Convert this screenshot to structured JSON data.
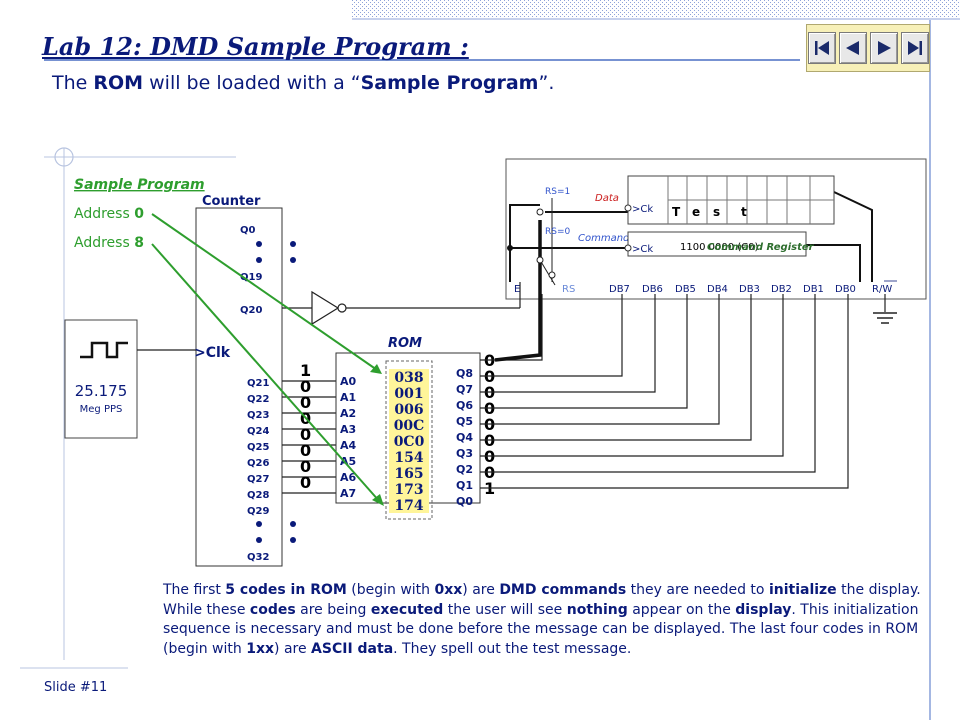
{
  "header": {
    "title": "Lab 12: DMD Sample Program :",
    "subtitle_parts": [
      "The ",
      "ROM",
      " will be loaded with a “",
      "Sample Program",
      "”."
    ]
  },
  "nav": [
    "first-icon",
    "prev-icon",
    "next-icon",
    "last-icon"
  ],
  "sample_program": {
    "heading": "Sample Program",
    "address0_label": "Address ",
    "address0_value": "0",
    "address8_label": "Address ",
    "address8_value": "8"
  },
  "counter": {
    "title": "Counter",
    "outputs_top": [
      "Q0",
      "Q19",
      "Q20"
    ],
    "outputs_bottom": [
      "Q21",
      "Q22",
      "Q23",
      "Q24",
      "Q25",
      "Q26",
      "Q27",
      "Q28",
      "Q29",
      "Q32"
    ],
    "clk_label": ">Clk"
  },
  "clock": {
    "frequency": "25.175",
    "unit": "Meg PPS"
  },
  "rom": {
    "title": "ROM",
    "address_pins": [
      "A0",
      "A1",
      "A2",
      "A3",
      "A4",
      "A5",
      "A6",
      "A7"
    ],
    "data_pins": [
      "Q8",
      "Q7",
      "Q6",
      "Q5",
      "Q4",
      "Q3",
      "Q2",
      "Q1",
      "Q0"
    ],
    "codes": [
      "038",
      "001",
      "006",
      "00C",
      "0C0",
      "154",
      "165",
      "173",
      "174"
    ],
    "address_bits": [
      "1",
      "0",
      "0",
      "0",
      "0",
      "0",
      "0",
      "0"
    ],
    "output_bits": [
      "0",
      "0",
      "0",
      "0",
      "0",
      "0",
      "0",
      "0",
      "1"
    ]
  },
  "dmd": {
    "rs1_label": "RS=1",
    "rs0_label": "RS=0",
    "data_label": "Data",
    "command_label": "Command",
    "ck_label": ">Ck",
    "data_register_chars": [
      "T",
      "e",
      "s",
      "t"
    ],
    "command_register_text": "Command Register",
    "command_register_value": "1100 0000 (C0)",
    "pins": [
      "E",
      "RS",
      "DB7",
      "DB6",
      "DB5",
      "DB4",
      "DB3",
      "DB2",
      "DB1",
      "DB0",
      "R/W"
    ]
  },
  "description_parts": [
    {
      "t": "The first ",
      "b": false
    },
    {
      "t": "5 codes in ROM",
      "b": true
    },
    {
      "t": " (begin with ",
      "b": false
    },
    {
      "t": "0xx",
      "b": true
    },
    {
      "t": ") are ",
      "b": false
    },
    {
      "t": "DMD commands",
      "b": true
    },
    {
      "t": " they are needed to ",
      "b": false
    },
    {
      "t": "initialize",
      "b": true
    },
    {
      "t": " the display. While these ",
      "b": false
    },
    {
      "t": "codes",
      "b": true
    },
    {
      "t": " are being ",
      "b": false
    },
    {
      "t": "executed",
      "b": true
    },
    {
      "t": " the user will see ",
      "b": false
    },
    {
      "t": "nothing",
      "b": true
    },
    {
      "t": " appear on the ",
      "b": false
    },
    {
      "t": "display",
      "b": true
    },
    {
      "t": ". This initialization sequence is necessary and must be done before the message can be displayed. The last four codes in ROM (begin with ",
      "b": false
    },
    {
      "t": "1xx",
      "b": true
    },
    {
      "t": ") are ",
      "b": false
    },
    {
      "t": "ASCII data",
      "b": true
    },
    {
      "t": ". They spell out the test message.",
      "b": false
    }
  ],
  "footer": {
    "slide_label": "Slide #11"
  },
  "colors": {
    "navy": "#0a1a7a",
    "green": "#2e9e2e",
    "blue_label": "#3355cc",
    "red_label": "#cc2020",
    "rom_highlight": "#fff59a",
    "nav_box": "#f7f0b8"
  }
}
